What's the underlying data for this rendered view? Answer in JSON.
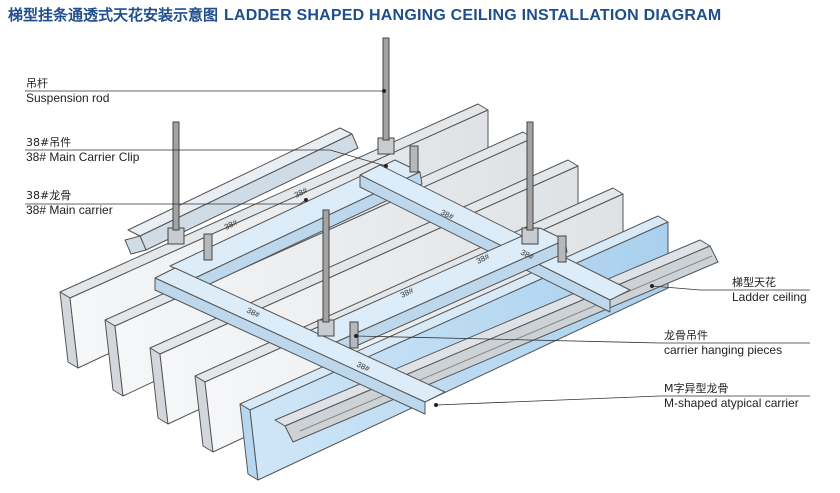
{
  "title": {
    "cn": "梯型挂条通透式天花安装示意图",
    "en": "LADDER SHAPED HANGING CEILING INSTALLATION DIAGRAM"
  },
  "labels": {
    "suspension_rod": {
      "cn": "吊杆",
      "en": "Suspension rod"
    },
    "main_carrier_clip": {
      "cn": "38#吊件",
      "en": "38# Main Carrier Clip"
    },
    "main_carrier": {
      "cn": "38#龙骨",
      "en": "38# Main carrier"
    },
    "ladder_ceiling": {
      "cn": "梯型天花",
      "en": "Ladder ceiling"
    },
    "carrier_hanging_pieces": {
      "cn": "龙骨吊件",
      "en": "carrier hanging pieces"
    },
    "m_carrier": {
      "cn": "M字异型龙骨",
      "en": "M-shaped atypical carrier"
    }
  },
  "carrier_marking": "38#",
  "colors": {
    "title": "#1f4e8c",
    "panel_fill": "#eef0f2",
    "panel_highlight": "#b8d8f0",
    "carrier_fill": "#dcecf8",
    "rod": "#9a9a9a",
    "outline": "#555555"
  }
}
